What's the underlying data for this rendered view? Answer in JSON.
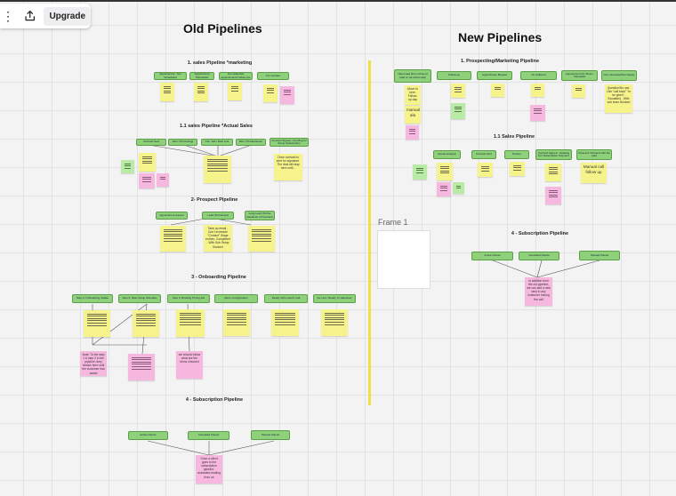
{
  "toolbar": {
    "more_icon": "⋮",
    "upgrade_label": "Upgrade"
  },
  "titles": {
    "old": "Old Pipelines",
    "new": "New Pipelines"
  },
  "old": {
    "s1": {
      "title": "1. sales Pipeline *marketing",
      "stages": [
        "Appointment - Not Scheduled",
        "Appointment Scheduled",
        "Non Attended appointments/ follow ups",
        "For Contact"
      ]
    },
    "s2": {
      "title": "1.1 sales Pipeline *Actual Sales",
      "stages": [
        "Contract Sent",
        "Won (Till Closing)",
        "Con. Won Deal Lost",
        "Won (Till Handover)",
        "Contract Signed - Pending for Setup Subscription"
      ],
      "note_text": "Once contract is sent for signature. The deal will stay here until..."
    },
    "s3": {
      "title": "2- Prospect Pipeline",
      "stages": [
        "Appointment Cancel",
        "Lead (Till Cancel)",
        "Long Lead (Till the Handover of Contract)"
      ],
      "note_text": "Take-up email - Don't schedule \"Contact\" Stage entries. Completed - With Sub Setup Booked"
    },
    "s4": {
      "title": "3 - Onboarding Pipeline",
      "stages": [
        "Step 1: Onboarding Initiate",
        "Step 2: Meet Setup Schedule",
        "Step 3: Booking Timing Set",
        "Menu Configuration",
        "Ready with Launch Call",
        "Go Live / Ready To Handover"
      ],
      "note_pink_1": "Note: To the step 1 & step 2 in the pipeline, they remain here until the customer has asked",
      "note_pink_2": "we should follow what are the items checked"
    },
    "s5": {
      "title": "4 - Subscription Pipeline",
      "stages": [
        "Active Clients",
        "Cancelled Clients",
        "Paused Clients"
      ],
      "note": "Once a client goes to the subscription pipeline, automatic mailing from us"
    }
  },
  "new": {
    "s1": {
      "title": "1. Prospecting/Marketing Pipeline",
      "stages": [
        "New Lead (from Inbound lead or via cold email)",
        "Follow up",
        "Appointment Booked",
        "No Call/Lost",
        "Appointment No Show / Cancelled",
        "Non Interested/Not Ready"
      ],
      "note_a": "Move to here. Follow-up day",
      "manual_a": "manual ala",
      "note_b": "Question/No use. Like \"call back\" \"to be given\". Escalated - With sub team Booked"
    },
    "s2": {
      "title": "1.1 Sales Pipeline",
      "stages": [
        "Needs Analysis",
        "Contract Sent",
        "Nurture",
        "Contract Signed - Awaiting For Subscription Payment",
        "Closed & Onboard with the paid"
      ],
      "manual_b": "Manual call follow up"
    },
    "s3": {
      "title": "4 - Subscription Pipeline",
      "stages": [
        "Active Clients",
        "Cancelled Clients",
        "Paused Clients"
      ],
      "note": "In addition from the old pipeline, we can add a new step to any customer having the call"
    }
  },
  "frame": {
    "label": "Frame 1"
  },
  "colors": {
    "stage": "#8fd17a",
    "sticky_yellow": "#f6f38a",
    "sticky_pink": "#f7b8e0",
    "sticky_green": "#b9eaa6",
    "divider": "#f0e046"
  }
}
